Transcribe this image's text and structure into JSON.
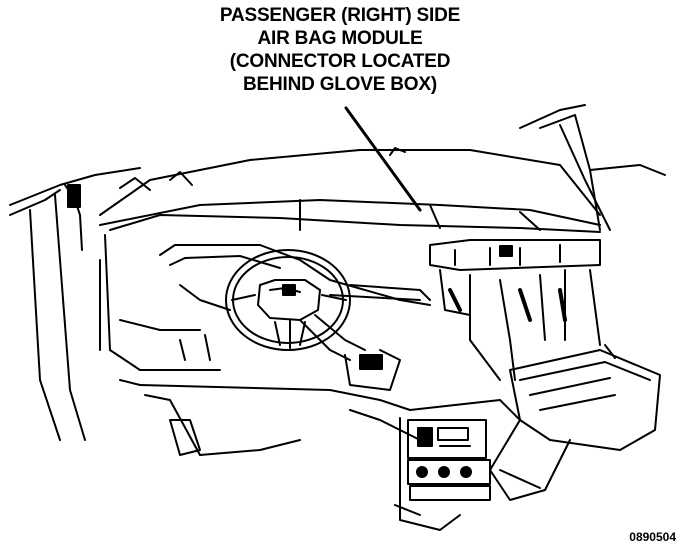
{
  "callout": {
    "lines": [
      "PASSENGER (RIGHT) SIDE",
      "AIR BAG MODULE",
      "(CONNECTOR LOCATED",
      "BEHIND GLOVE BOX)"
    ]
  },
  "figure_ref": "0890504",
  "colors": {
    "ink": "#000000",
    "paper": "#ffffff"
  }
}
